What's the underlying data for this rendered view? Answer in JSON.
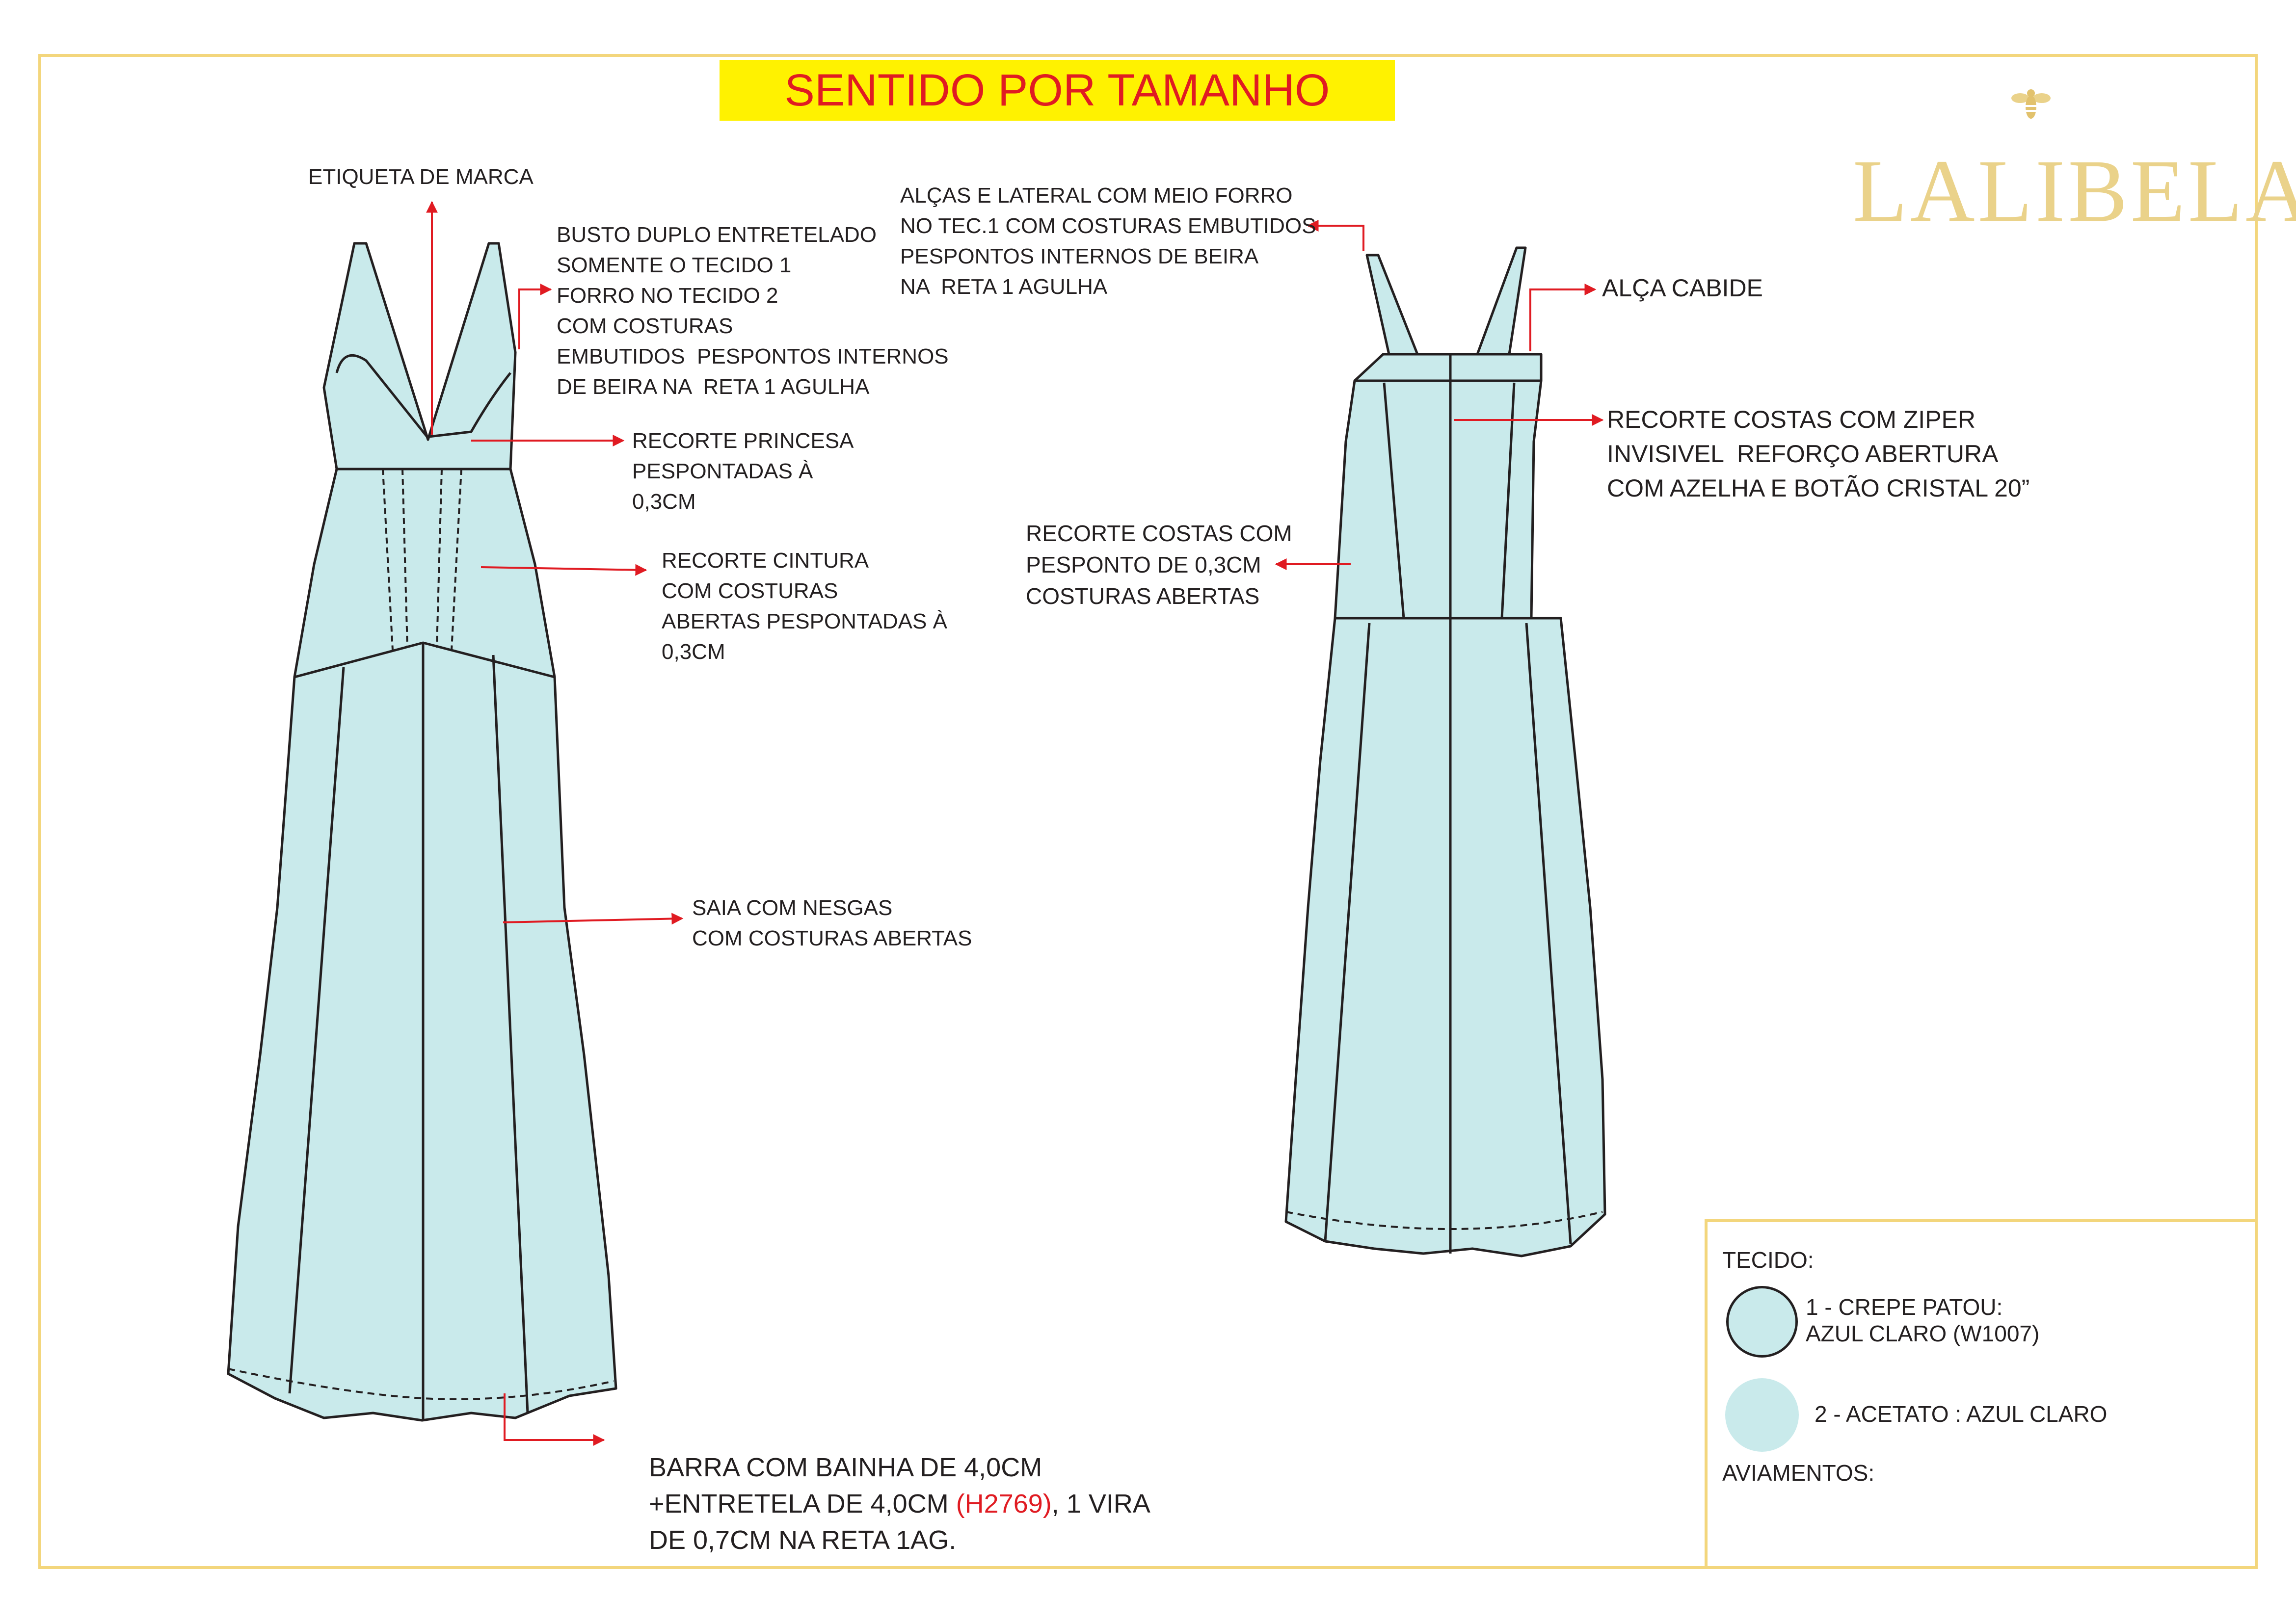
{
  "header": {
    "title": "SENTIDO POR TAMANHO"
  },
  "brand": {
    "name": "LALIBELA",
    "icon": "bee-icon",
    "color": "#ead28a"
  },
  "colors": {
    "fabric": "#c9eaeb",
    "arrow": "#e01b22",
    "title_bg": "#fff200",
    "frame": "#f3d67c"
  },
  "front_notes": {
    "etiqueta": "ETIQUETA DE MARCA",
    "busto": "BUSTO DUPLO ENTRETELADO\nSOMENTE O TECIDO 1\nFORRO NO TECIDO 2\nCOM COSTURAS\nEMBUTIDOS  PESPONTOS INTERNOS\nDE BEIRA NA  RETA 1 AGULHA",
    "princesa": "RECORTE PRINCESA\nPESPONTADAS À\n0,3CM",
    "cintura": "RECORTE CINTURA\nCOM COSTURAS\nABERTAS PESPONTADAS À\n0,3CM",
    "saia": "SAIA COM NESGAS\nCOM COSTURAS ABERTAS",
    "barra_1": "BARRA COM BAINHA DE 4,0CM",
    "barra_2_a": "+ENTRETELA DE 4,0CM ",
    "barra_2_code": "(H2769)",
    "barra_2_b": ", 1 VIRA",
    "barra_3": "DE 0,7CM NA RETA 1AG."
  },
  "back_notes": {
    "alcas": "ALÇAS E LATERAL COM MEIO FORRO\nNO TEC.1 COM COSTURAS EMBUTIDOS\nPESPONTOS INTERNOS DE BEIRA\nNA  RETA 1 AGULHA",
    "cabide": "ALÇA CABIDE",
    "ziper": "RECORTE COSTAS COM ZIPER\nINVISIVEL  REFORÇO ABERTURA\nCOM AZELHA E BOTÃO CRISTAL 20”",
    "costas": "RECORTE COSTAS COM\nPESPONTO DE 0,3CM\nCOSTURAS ABERTAS"
  },
  "legend": {
    "tecido_label": "TECIDO:",
    "fabric_1": "1 - CREPE PATOU:\nAZUL CLARO (W1007)",
    "fabric_2": "2 - ACETATO : AZUL CLARO",
    "aviamentos_label": "AVIAMENTOS:"
  }
}
